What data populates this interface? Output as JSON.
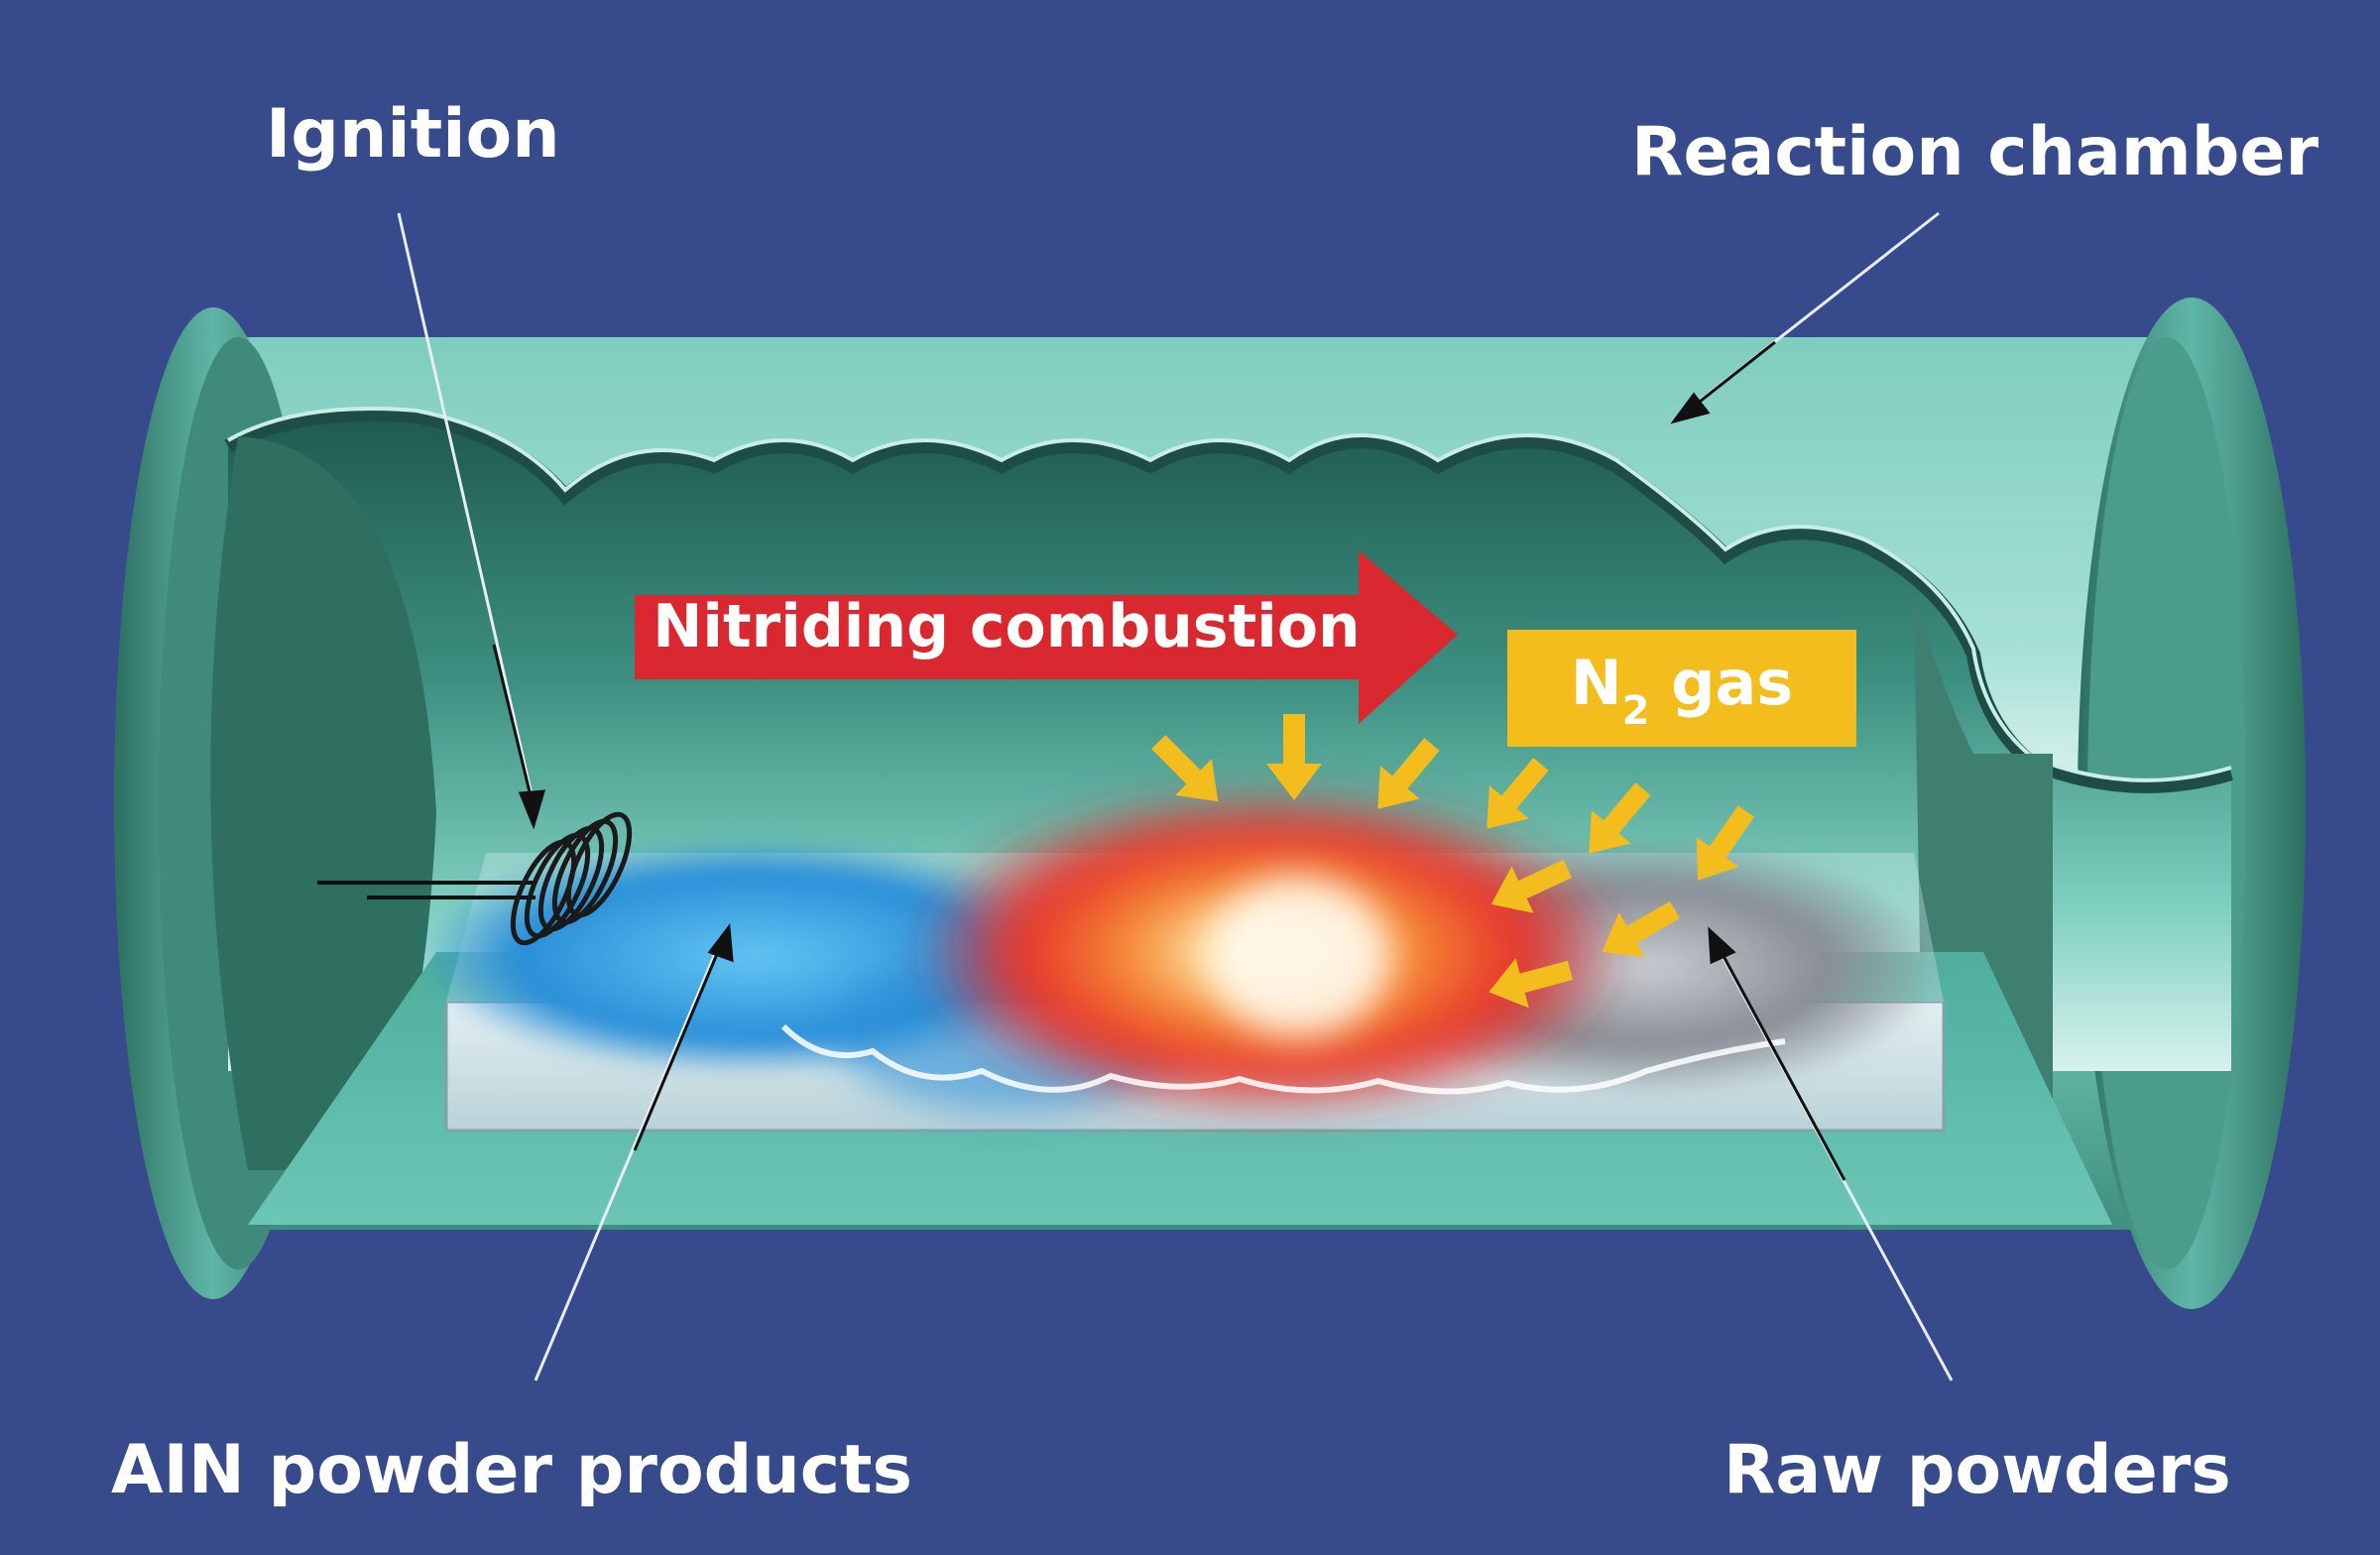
{
  "labels": {
    "ignition": "Ignition",
    "reaction_chamber": "Reaction chamber",
    "product": "AIN powder products",
    "raw": "Raw powders"
  },
  "arrow_label": "Nitriding combustion",
  "gas": {
    "symbol": "N",
    "subscript": "2",
    "word": " gas"
  },
  "colors": {
    "background": "#374a8b",
    "chamber": "#5fb7a7",
    "chamber_dark": "#2f6f60",
    "arrow_red": "#d9282f",
    "gas_yellow": "#f2bd1d",
    "product_blue": "#2a8fd8",
    "flame_orange": "#f3662a",
    "raw_gray": "#8a8e96"
  }
}
